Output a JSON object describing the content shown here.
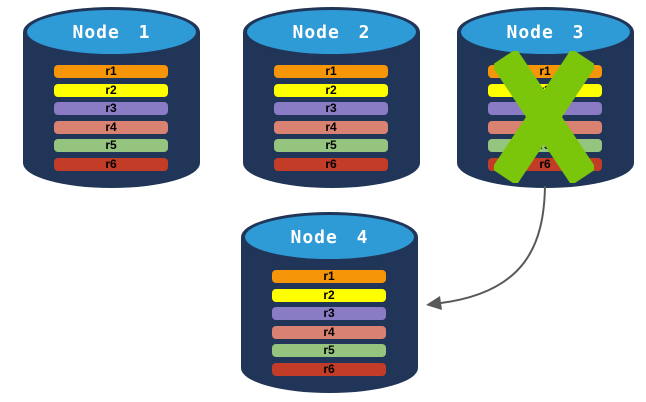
{
  "diagram": {
    "background": "#FFFFFF",
    "cylinder_body_color": "#203557",
    "cylinder_top_color": "#2E9AD6",
    "node_title_color": "#FFFFFF",
    "row_text_color": "#000000",
    "failure_x_color": "#7BC50A",
    "arrow_color": "#595959",
    "nodes": [
      {
        "label": "Node 1",
        "failed": false,
        "rows": [
          {
            "label": "r1",
            "color": "#F79509"
          },
          {
            "label": "r2",
            "color": "#FFFF00"
          },
          {
            "label": "r3",
            "color": "#8A7CC4"
          },
          {
            "label": "r4",
            "color": "#D98272"
          },
          {
            "label": "r5",
            "color": "#95C47E"
          },
          {
            "label": "r6",
            "color": "#C23C27"
          }
        ]
      },
      {
        "label": "Node 2",
        "failed": false,
        "rows": [
          {
            "label": "r1",
            "color": "#F79509"
          },
          {
            "label": "r2",
            "color": "#FFFF00"
          },
          {
            "label": "r3",
            "color": "#8A7CC4"
          },
          {
            "label": "r4",
            "color": "#D98272"
          },
          {
            "label": "r5",
            "color": "#95C47E"
          },
          {
            "label": "r6",
            "color": "#C23C27"
          }
        ]
      },
      {
        "label": "Node 3",
        "failed": true,
        "rows": [
          {
            "label": "r1",
            "color": "#F79509"
          },
          {
            "label": "r2",
            "color": "#FFFF00"
          },
          {
            "label": "r3",
            "color": "#8A7CC4"
          },
          {
            "label": "r4",
            "color": "#D98272"
          },
          {
            "label": "r5",
            "color": "#95C47E"
          },
          {
            "label": "r6",
            "color": "#C23C27"
          }
        ]
      },
      {
        "label": "Node 4",
        "failed": false,
        "rows": [
          {
            "label": "r1",
            "color": "#F79509"
          },
          {
            "label": "r2",
            "color": "#FFFF00"
          },
          {
            "label": "r3",
            "color": "#8A7CC4"
          },
          {
            "label": "r4",
            "color": "#D98272"
          },
          {
            "label": "r5",
            "color": "#95C47E"
          },
          {
            "label": "r6",
            "color": "#C23C27"
          }
        ]
      }
    ]
  }
}
